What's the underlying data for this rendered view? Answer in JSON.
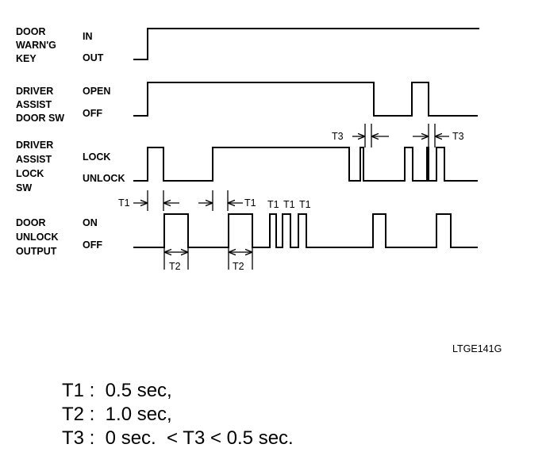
{
  "signals": [
    {
      "name_lines": [
        "DOOR",
        "WARN'G",
        "KEY"
      ],
      "high_state": "IN",
      "low_state": "OUT"
    },
    {
      "name_lines": [
        "DRIVER",
        "ASSIST",
        "DOOR SW"
      ],
      "high_state": "OPEN",
      "low_state": "OFF"
    },
    {
      "name_lines": [
        "DRIVER",
        "ASSIST",
        "LOCK",
        "SW"
      ],
      "high_state": "LOCK",
      "low_state": "UNLOCK"
    },
    {
      "name_lines": [
        "DOOR",
        "UNLOCK",
        "OUTPUT"
      ],
      "high_state": "ON",
      "low_state": "OFF"
    }
  ],
  "timing_labels": {
    "t1": "T1",
    "t2": "T2",
    "t3": "T3"
  },
  "figure_code": "LTGE141G",
  "legend": [
    "T1 :  0.5 sec,",
    "T2 :  1.0 sec,",
    "T3 :  0 sec.  < T3 < 0.5 sec."
  ]
}
